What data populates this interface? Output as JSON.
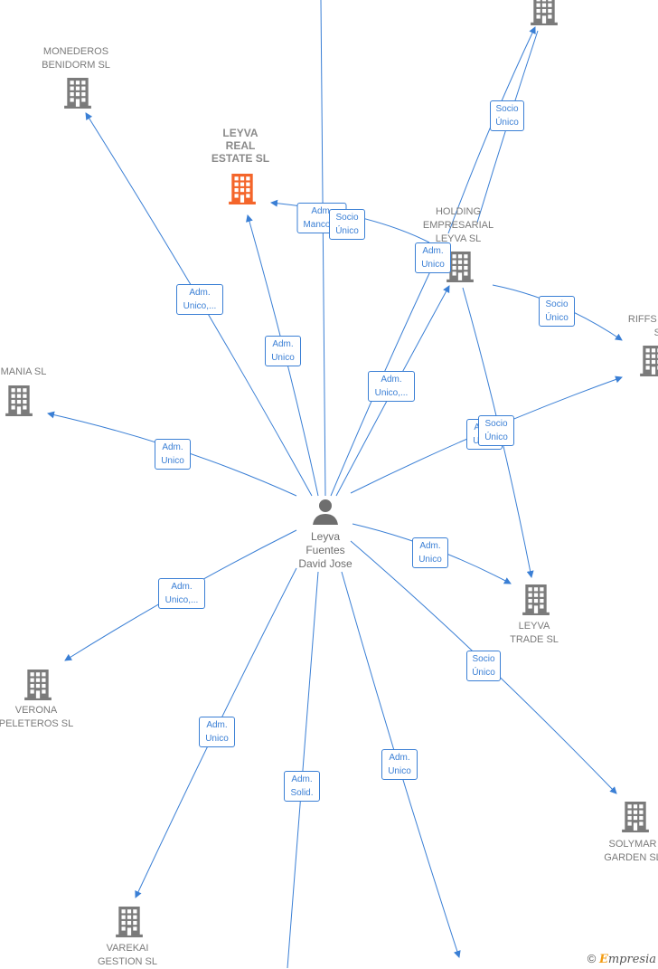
{
  "colors": {
    "edge": "#3a7fd5",
    "building": "#7b7b7b",
    "highlight": "#f4652a",
    "person": "#6e6e6e"
  },
  "center": {
    "label_lines": [
      "Leyva",
      "Fuentes",
      "David Jose"
    ],
    "icon": "person-icon"
  },
  "companies": [
    {
      "id": "monederos",
      "lines": [
        "MONEDEROS",
        "BENIDORM SL"
      ]
    },
    {
      "id": "leyva-real",
      "lines": [
        "LEYVA",
        "REAL",
        "ESTATE SL"
      ],
      "highlight": true
    },
    {
      "id": "holding",
      "lines": [
        "HOLDING",
        "EMPRESARIAL",
        "LEYVA SL"
      ]
    },
    {
      "id": "riffs",
      "lines": [
        "RIFFS &",
        "SL"
      ]
    },
    {
      "id": "mania",
      "lines": [
        "MANIA SL"
      ]
    },
    {
      "id": "leyva-trade",
      "lines": [
        "LEYVA",
        "TRADE SL"
      ]
    },
    {
      "id": "verona",
      "lines": [
        "VERONA",
        "PELETEROS SL"
      ]
    },
    {
      "id": "solymar",
      "lines": [
        "SOLYMAR",
        "GARDEN SL"
      ]
    },
    {
      "id": "varekai",
      "lines": [
        "VAREKAI",
        "GESTION SL"
      ]
    },
    {
      "id": "top-right",
      "lines": []
    }
  ],
  "relations": [
    "Adm. Mancom.",
    "Socio Único",
    "Adm. Unico",
    "Socio Único",
    "Adm. Unico,...",
    "Adm. Unico",
    "Adm. Unico",
    "Socio Único",
    "Adm. Unico,...",
    "Adm. Unico",
    "Socio Único",
    "Adm. Unico",
    "Adm. Unico,...",
    "Socio Único",
    "Adm. Unico",
    "Adm. Solid.",
    "Adm. Unico"
  ],
  "brand": {
    "copyright": "©",
    "initial": "E",
    "rest": "mpresia"
  }
}
